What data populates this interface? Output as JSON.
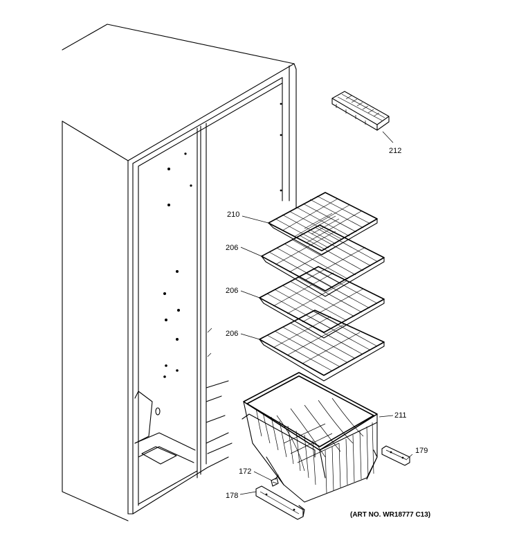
{
  "callouts": {
    "c212": "212",
    "c210": "210",
    "c206a": "206",
    "c206b": "206",
    "c206c": "206",
    "c211": "211",
    "c179": "179",
    "c172": "172",
    "c178": "178"
  },
  "art_number": "(ART NO. WR18777 C13)"
}
